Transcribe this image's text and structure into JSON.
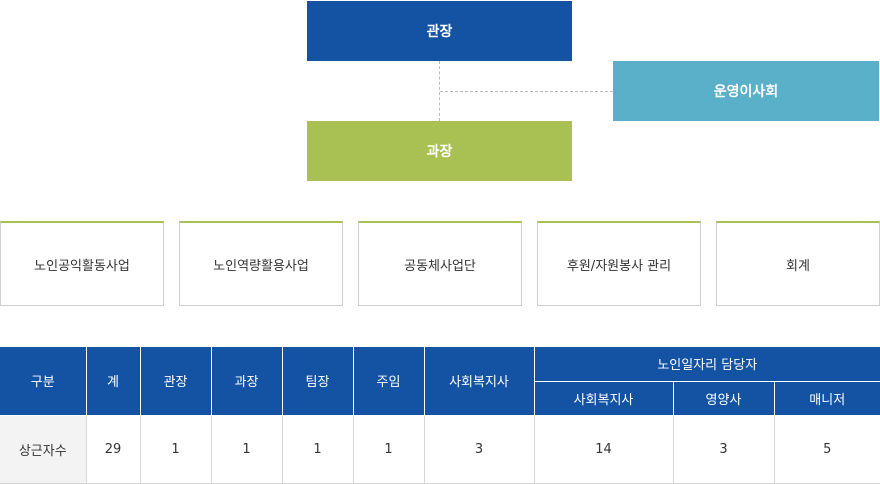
{
  "org": {
    "director": "관장",
    "board": "운영이사회",
    "manager": "과장",
    "departments": [
      "노인공익활동사업",
      "노인역량활용사업",
      "공동체사업단",
      "후원/자원봉사 관리",
      "회계"
    ]
  },
  "table": {
    "headers": {
      "category": "구분",
      "total": "계",
      "director": "관장",
      "manager": "과장",
      "team_leader": "팀장",
      "assistant": "주임",
      "social_worker": "사회복지사",
      "job_group": "노인일자리 담당자",
      "job_social_worker": "사회복지사",
      "job_nutritionist": "영양사",
      "job_manager": "매니저"
    },
    "row": {
      "label": "상근자수",
      "total": "29",
      "director": "1",
      "manager": "1",
      "team_leader": "1",
      "assistant": "1",
      "social_worker": "3",
      "job_social_worker": "14",
      "job_nutritionist": "3",
      "job_manager": "5"
    }
  },
  "colors": {
    "primary_blue": "#1452a3",
    "board_teal": "#5aafc9",
    "manager_green": "#a8c152"
  }
}
